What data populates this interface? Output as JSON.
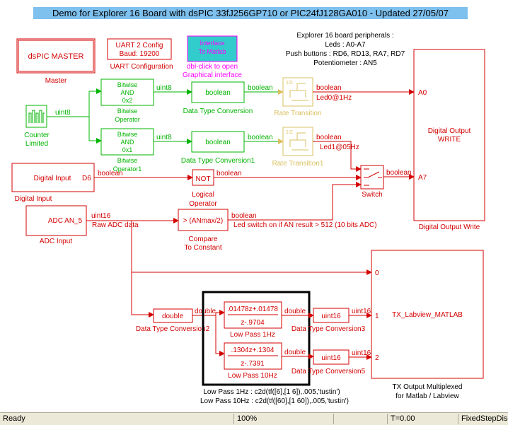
{
  "title": "Demo for Explorer 16 Board with dsPIC 33fJ256GP710 or PIC24fJ128GA010 - Updated 27/05/07",
  "colors": {
    "red": "#d40000",
    "green": "#00b400",
    "yellow": "#d8c060",
    "title_bg": "#7ec0ee",
    "gui_block": "#ff00ff",
    "gui_fill": "#33cccc"
  },
  "peripherals_note": [
    "Explorer 16 board peripherals :",
    "Leds : A0-A7",
    "Push buttons : RD6, RD13, RA7, RD7",
    "Potentiometer : AN5"
  ],
  "blocks": {
    "master": {
      "label": "dsPIC MASTER",
      "caption": "Master"
    },
    "uart": {
      "line1": "UART 2 Config",
      "line2": "Baud: 19200",
      "caption": "UART Configuration"
    },
    "gui": {
      "line1": "Interface",
      "line2": "To Matlab",
      "caption1": "dbl-click to open",
      "caption2": "Graphical interface"
    },
    "counter": {
      "caption1": "Counter",
      "caption2": "Limited"
    },
    "bitwise1": {
      "line1": "Bitwise",
      "line2": "AND",
      "line3": "0x2",
      "caption1": "Bitwise",
      "caption2": "Operator"
    },
    "bitwise2": {
      "line1": "Bitwise",
      "line2": "AND",
      "line3": "0x1",
      "caption1": "Bitwise",
      "caption2": "Operator1"
    },
    "dtc1": {
      "label": "boolean",
      "caption": "Data Type Conversion"
    },
    "dtc2": {
      "label": "boolean",
      "caption": "Data Type Conversion1"
    },
    "rt1": {
      "label": "1/2",
      "caption": "Rate Transition"
    },
    "rt2": {
      "label": "1/2",
      "caption": "Rate Transition1"
    },
    "digital_input": {
      "label": "Digital Input",
      "port": "D6",
      "caption": "Digital Input"
    },
    "not": {
      "label": "NOT",
      "caption1": "Logical",
      "caption2": "Operator"
    },
    "switch": {
      "caption": "Switch"
    },
    "adc": {
      "label": "ADC AN_5",
      "caption": "ADC Input"
    },
    "compare": {
      "label": "> (ANmax/2)",
      "caption1": "Compare",
      "caption2": "To Constant"
    },
    "dout": {
      "line1": "Digital Output",
      "line2": "WRITE",
      "port1": "A0",
      "port2": "A7",
      "caption": "Digital Output Write"
    },
    "dtc_double": {
      "label": "double",
      "caption": "Data Type Conversion2"
    },
    "lp1": {
      "num": ".01478z+.01478",
      "den": "z-.9704",
      "caption": "Low Pass 1Hz"
    },
    "lp2": {
      "num": ".1304z+.1304",
      "den": "z-.7391",
      "caption": "Low Pass 10Hz"
    },
    "dtc3": {
      "label": "uint16",
      "caption": "Data Type Conversion3"
    },
    "dtc5": {
      "label": "uint16",
      "caption": "Data Type Conversion5"
    },
    "tx": {
      "label": "TX_Labview_MATLAB",
      "port0": "0",
      "port1": "1",
      "port2": "2",
      "caption1": "TX Output Multiplexed",
      "caption2": "for Matlab / Labview"
    }
  },
  "signals": {
    "uint8_counter": "uint8",
    "uint8_a": "uint8",
    "uint8_b": "uint8",
    "bool_dtc1": "boolean",
    "bool_dtc2": "boolean",
    "bool_led0": "boolean",
    "led0_label": "Led0@1Hz",
    "bool_led1": "boolean",
    "led1_label": "Led1@05Hz",
    "bool_din": "boolean",
    "bool_not": "boolean",
    "bool_switch": "boolean",
    "uint16_adc": "uint16",
    "raw_adc": "Raw ADC data",
    "bool_cmp": "boolean",
    "led_switch_note": "Led switch on if AN result > 512 (10 bits ADC)",
    "double_in": "double",
    "double_lp1": "double",
    "double_lp2": "double",
    "uint16_tx1": "uint16",
    "uint16_tx2": "uint16"
  },
  "notes": {
    "lp1": "Low Pass 1Hz : c2d(tf([6],[1 6]),.005,'tustin')",
    "lp2": "Low Pass 10Hz : c2d(tf([60],[1 60]),.005,'tustin')"
  },
  "statusbar": {
    "status": "Ready",
    "zoom": "100%",
    "time": "T=0.00",
    "solver": "FixedStepDiscrete"
  }
}
